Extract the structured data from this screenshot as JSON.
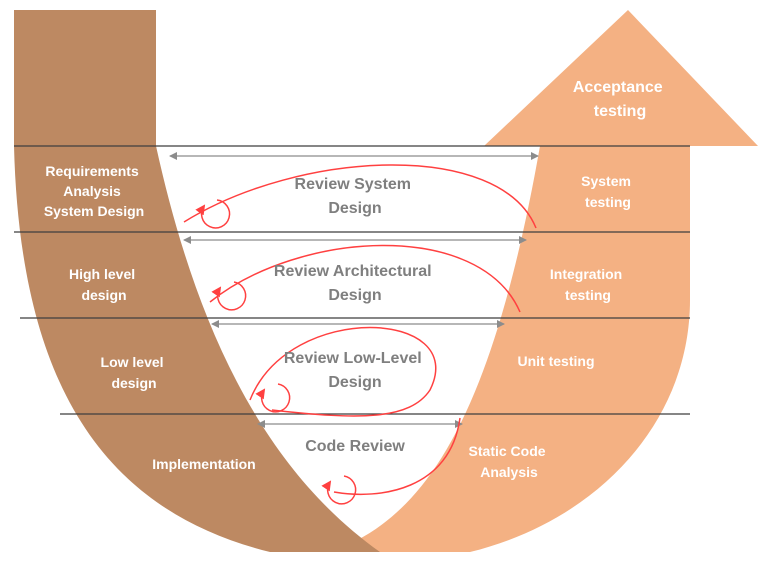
{
  "left_phases": [
    [
      "Requirements",
      "Analysis",
      "System Design"
    ],
    [
      "High level",
      "design"
    ],
    [
      "Low level",
      "design"
    ],
    [
      "Implementation"
    ]
  ],
  "reviews": [
    [
      "Review System",
      "Design"
    ],
    [
      "Review Architectural",
      "Design"
    ],
    [
      "Review Low-Level",
      "Design"
    ],
    [
      "Code Review"
    ]
  ],
  "right_phases": [
    [
      "System",
      "testing"
    ],
    [
      "Integration",
      "testing"
    ],
    [
      "Unit testing"
    ],
    [
      "Static Code",
      "Analysis"
    ]
  ],
  "top": [
    "Acceptance",
    "testing"
  ],
  "colors": {
    "left_band": "#bd8962",
    "right_band": "#f4b183",
    "divider": "#3f3f3f",
    "review_arrow": "#ff4040",
    "span_arrow": "#8c8c8c",
    "review_text": "#7f7f7f",
    "phase_text": "#ffffff"
  }
}
